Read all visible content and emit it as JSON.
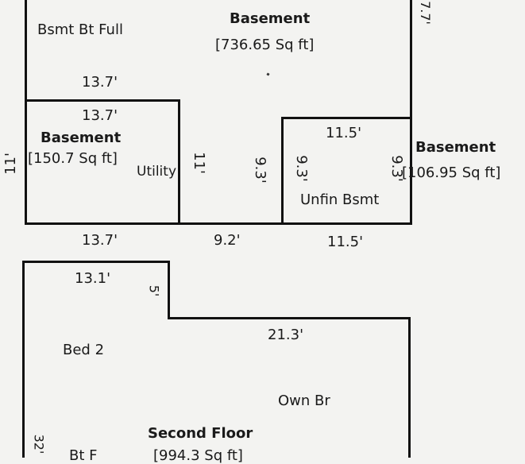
{
  "labels": {
    "bsmt_bt_full": "Bsmt Bt Full",
    "basement_main_title": "Basement",
    "basement_main_area": "[736.65 Sq ft]",
    "dim_top_right": "7.7'",
    "dim_main_width": "13.7'",
    "dim_left_room_top": "13.7'",
    "basement_left_title": "Basement",
    "basement_left_area": "[150.7 Sq ft]",
    "dim_left_side": "11'",
    "utility": "Utility",
    "dim_utility_right": "11'",
    "dim_center": "9.3'",
    "dim_unfin_left": "9.3'",
    "dim_unfin_top": "11.5'",
    "dim_unfin_right": "9.3'",
    "unfin_bsmt": "Unfin Bsmt",
    "basement_right_title": "Basement",
    "basement_right_area": "[106.95 Sq ft]",
    "dim_bottom_left": "13.7'",
    "dim_bottom_mid": "9.2'",
    "dim_bottom_right": "11.5'",
    "dim_second_top": "13.1'",
    "dim_second_step": "5'",
    "dim_second_right_top": "21.3'",
    "bed_2": "Bed 2",
    "own_br": "Own Br",
    "second_floor_title": "Second Floor",
    "dim_second_left": "32'",
    "bt_f": "Bt F",
    "second_floor_area": "[994.3 Sq ft]"
  }
}
